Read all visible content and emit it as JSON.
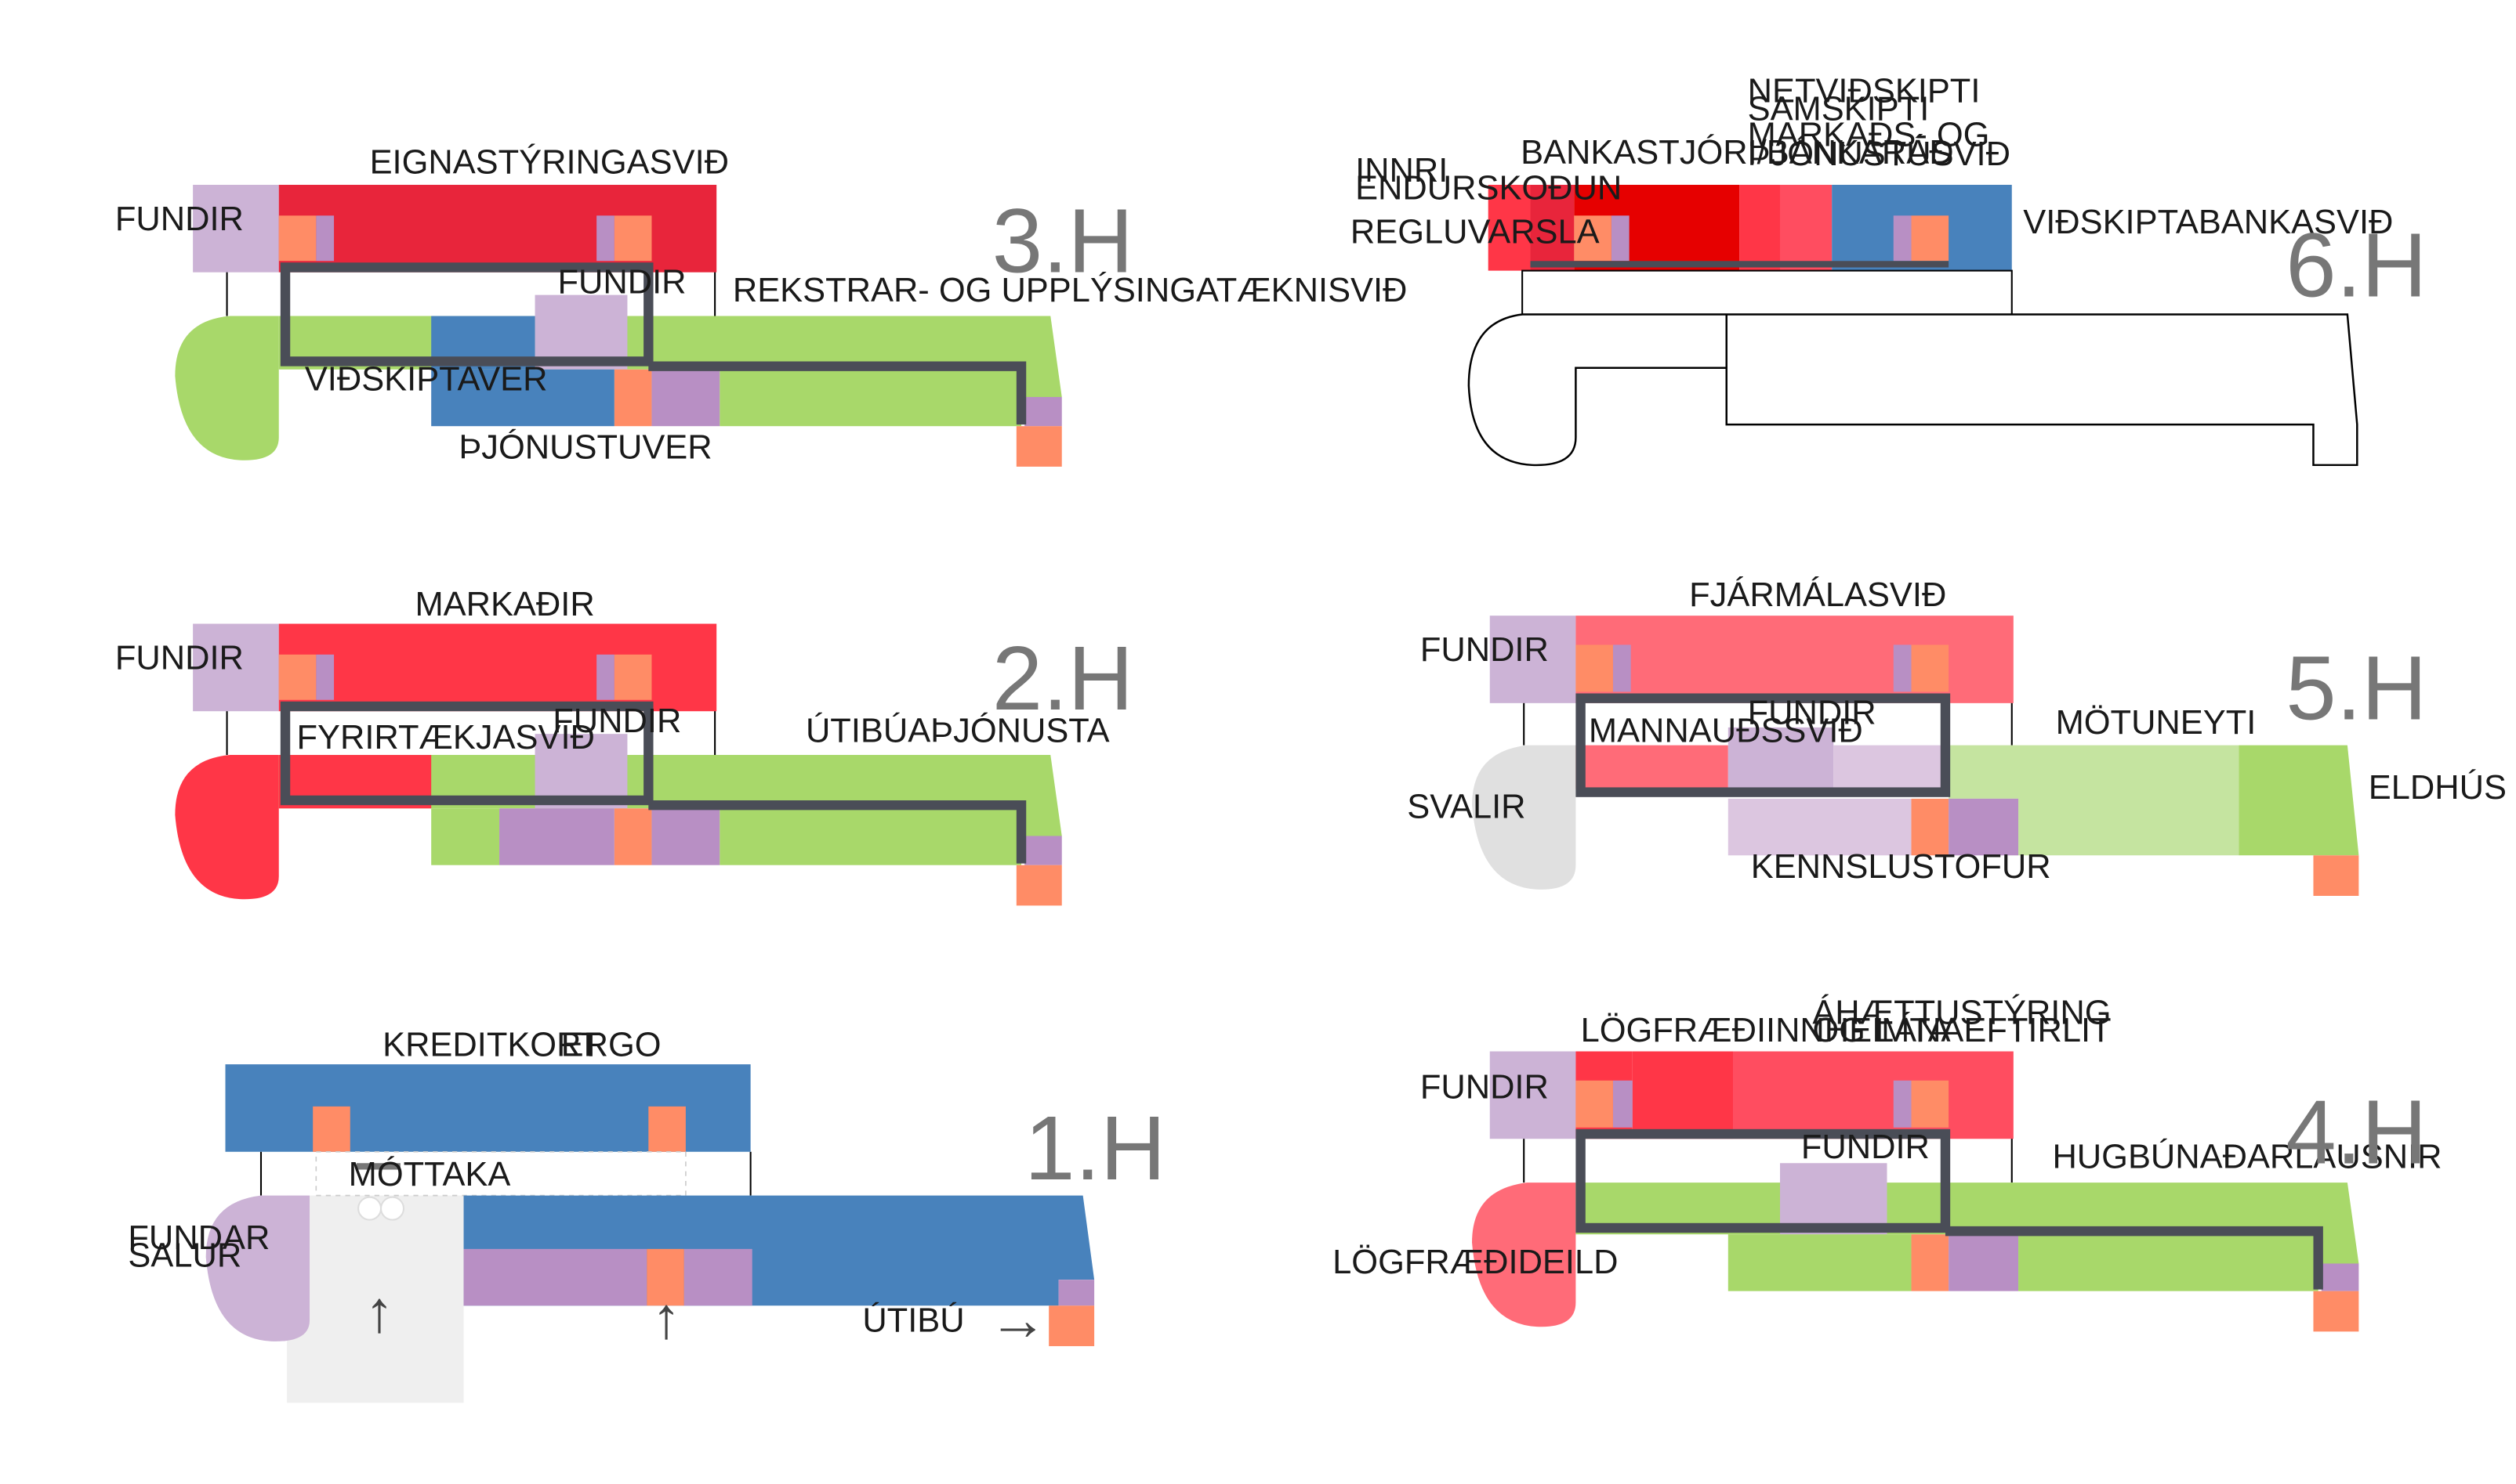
{
  "colors": {
    "red": "#E8253B",
    "brightRed": "#FF3647",
    "deepRed": "#E60000",
    "coral": "#FF6B78",
    "pinkRed": "#FF4D60",
    "blue": "#4882BC",
    "green": "#A8D86A",
    "lightGreen": "#C5E4A0",
    "purple": "#B88FC4",
    "lightPurple": "#CCB3D6",
    "palePurple": "#DCC6E0",
    "orange": "#FF8C66",
    "gray": "#E0E0E0",
    "lightGray": "#EFEFEF",
    "corridor": "#4A4D57"
  },
  "floors": [
    {
      "floor_label": "3.H",
      "labels": {
        "top": "EIGNASTÝRINGASVIÐ",
        "left": "FUNDIR",
        "mid": "FUNDIR",
        "right": "REKSTRAR- OG UPPLÝSINGATÆKNISVIÐ",
        "lower_left": "VIÐSKIPTAVER",
        "bottom": "ÞJÓNUSTUVER"
      }
    },
    {
      "floor_label": "2.H",
      "labels": {
        "top": "MARKAÐIR",
        "left": "FUNDIR",
        "mid": "FUNDIR",
        "right": "ÚTIBÚAÞJÓNUSTA",
        "lower_left": "FYRIRTÆKJASVIÐ"
      }
    },
    {
      "floor_label": "1.H",
      "labels": {
        "kreditkort": "KREDITKORT",
        "ergo": "ERGO",
        "mottaka": "MÓTTAKA",
        "fundar_1": "FUNDAR",
        "fundar_2": "SALUR",
        "utibu": "ÚTIBÚ"
      }
    },
    {
      "floor_label": "6.H",
      "labels": {
        "net_1": "NETVIÐSKIPTI",
        "net_2": "SAMSKIPTI",
        "mark_1": "MARKAÐS- OG",
        "mark_2": "ÞJÓNUSTUSVIÐ",
        "bank": "BANKASTJÓRI/BANKARÁÐ",
        "innri_1": "INNRI",
        "innri_2": "ENDURSKOÐUN",
        "regl": "REGLUVARSLA",
        "vid": "VIÐSKIPTABANKASVIÐ"
      }
    },
    {
      "floor_label": "5.H",
      "labels": {
        "top": "FJÁRMÁLASVIÐ",
        "left": "FUNDIR",
        "mid": "FUNDIR",
        "mann": "MANNAUÐSSVIÐ",
        "motun": "MÖTUNEYTI",
        "svalir": "SVALIR",
        "eldhus": "ELDHÚS",
        "kennsl": "KENNSLUSTOFUR"
      }
    },
    {
      "floor_label": "4.H",
      "labels": {
        "log": "LÖGFRÆÐIINNHEIMTA",
        "aha_1": "ÁHÆTTUSTÝRING",
        "aha_2": "OG LÁNAEFTIRLIT",
        "left": "FUNDIR",
        "mid": "FUNDIR",
        "hug": "HUGBÚNAÐARLAUSNIR",
        "logd": "LÖGFRÆÐIDEILD"
      }
    }
  ],
  "arrows": {
    "up": "↑",
    "right": "→"
  }
}
